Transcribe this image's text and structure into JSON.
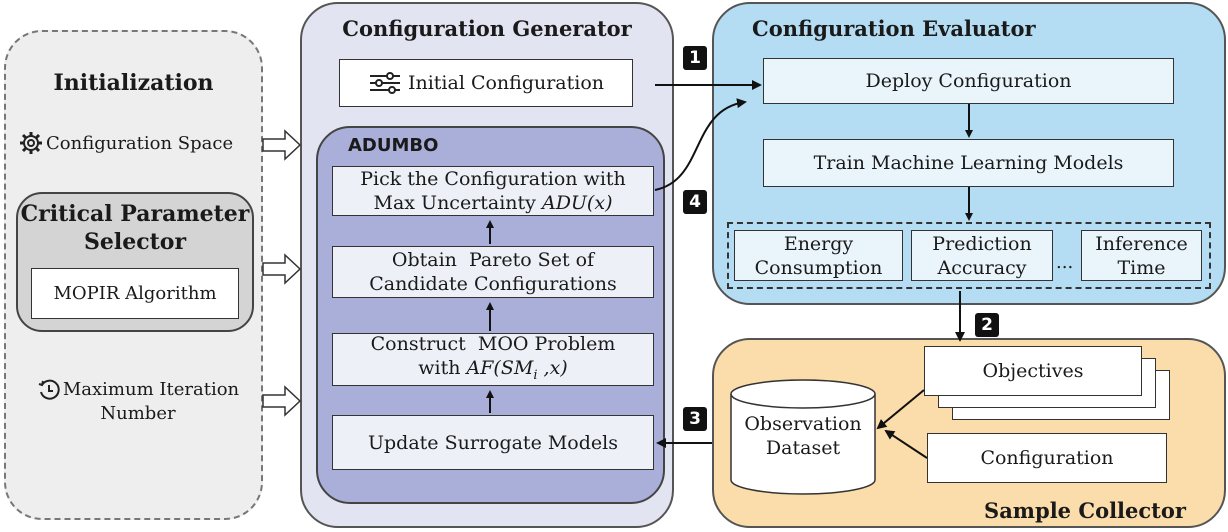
{
  "initialization": {
    "title": "Initialization",
    "config_space": "Configuration Space",
    "max_iter_line1": "Maximum Iteration",
    "max_iter_line2": "Number"
  },
  "selector": {
    "title_line1": "Critical Parameter",
    "title_line2": "Selector",
    "algorithm": "MOPIR Algorithm"
  },
  "generator": {
    "title": "Configuration Generator",
    "initial_config": "Initial Configuration",
    "adumbo_label": "ADUMBO",
    "pick_line1": "Pick the Configuration with",
    "pick_line2_prefix": "Max Uncertainty ",
    "pick_line2_formula": "ADU(x)",
    "pareto_line1": "Obtain  Pareto Set of",
    "pareto_line2": "Candidate Configurations",
    "moo_line1": "Construct  MOO Problem",
    "moo_line2_prefix": "with ",
    "moo_formula_a": "AF(SM",
    "moo_formula_sub": "i",
    "moo_formula_b": " ,x)",
    "update": "Update Surrogate Models"
  },
  "evaluator": {
    "title": "Configuration Evaluator",
    "deploy": "Deploy Configuration",
    "train": "Train Machine Learning Models",
    "metric1_line1": "Energy",
    "metric1_line2": "Consumption",
    "metric2_line1": "Prediction",
    "metric2_line2": "Accuracy",
    "ellipsis": "...",
    "metric3_line1": "Inference",
    "metric3_line2": "Time"
  },
  "collector": {
    "title": "Sample Collector",
    "objectives": "Objectives",
    "dataset_line1": "Observation",
    "dataset_line2": "Dataset",
    "configuration": "Configuration"
  },
  "steps": {
    "s1": "1",
    "s2": "2",
    "s3": "3",
    "s4": "4"
  },
  "colors": {
    "init_bg": "#eeeeee",
    "selector_bg": "#d4d4d4",
    "generator_bg": "#e3e4f2",
    "adumbo_bg": "#a9afd9",
    "evaluator_bg": "#b4dcf2",
    "eval_box_bg": "#e9f4fb",
    "collector_bg": "#fbdcab"
  }
}
